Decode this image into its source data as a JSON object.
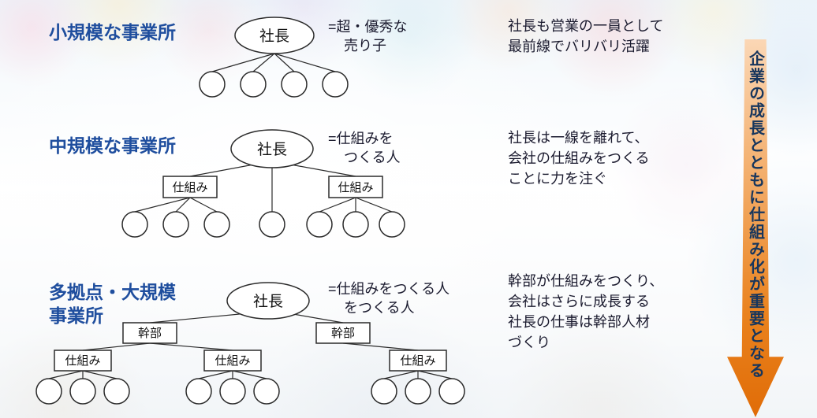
{
  "sections": {
    "small": {
      "title": "小規模な事業所",
      "equals": {
        "line1": "=超・優秀な",
        "line2": "売り子"
      },
      "desc": {
        "line1": "社長も営業の一員として",
        "line2": "最前線でバリバリ活躍"
      },
      "nodes": {
        "root": "社長"
      }
    },
    "medium": {
      "title": "中規模な事業所",
      "equals": {
        "line1": "=仕組みを",
        "line2": "つくる人"
      },
      "desc": {
        "line1": "社長は一線を離れて、",
        "line2": "会社の仕組みをつくる",
        "line3": "ことに力を注ぐ"
      },
      "nodes": {
        "root": "社長",
        "box": "仕組み"
      }
    },
    "large": {
      "title": {
        "line1": "多拠点・大規模",
        "line2": "事業所"
      },
      "equals": {
        "line1": "=仕組みをつくる人",
        "line2": "をつくる人"
      },
      "desc": {
        "line1": "幹部が仕組みをつくり、",
        "line2": "会社はさらに成長する",
        "line3": "社長の仕事は幹部人材",
        "line4": "づくり"
      },
      "nodes": {
        "root": "社長",
        "exec": "幹部",
        "box": "仕組み"
      }
    }
  },
  "growth_arrow": {
    "text": "企業の成長とともに仕組み化が重要となる"
  },
  "colors": {
    "title-blue": "#1f4e9e",
    "text-dark": "#1b1b2f",
    "arrow-orange-light": "#fbd7b5",
    "arrow-orange-dark": "#e06c07",
    "arrow-text-navy": "#17365d"
  }
}
